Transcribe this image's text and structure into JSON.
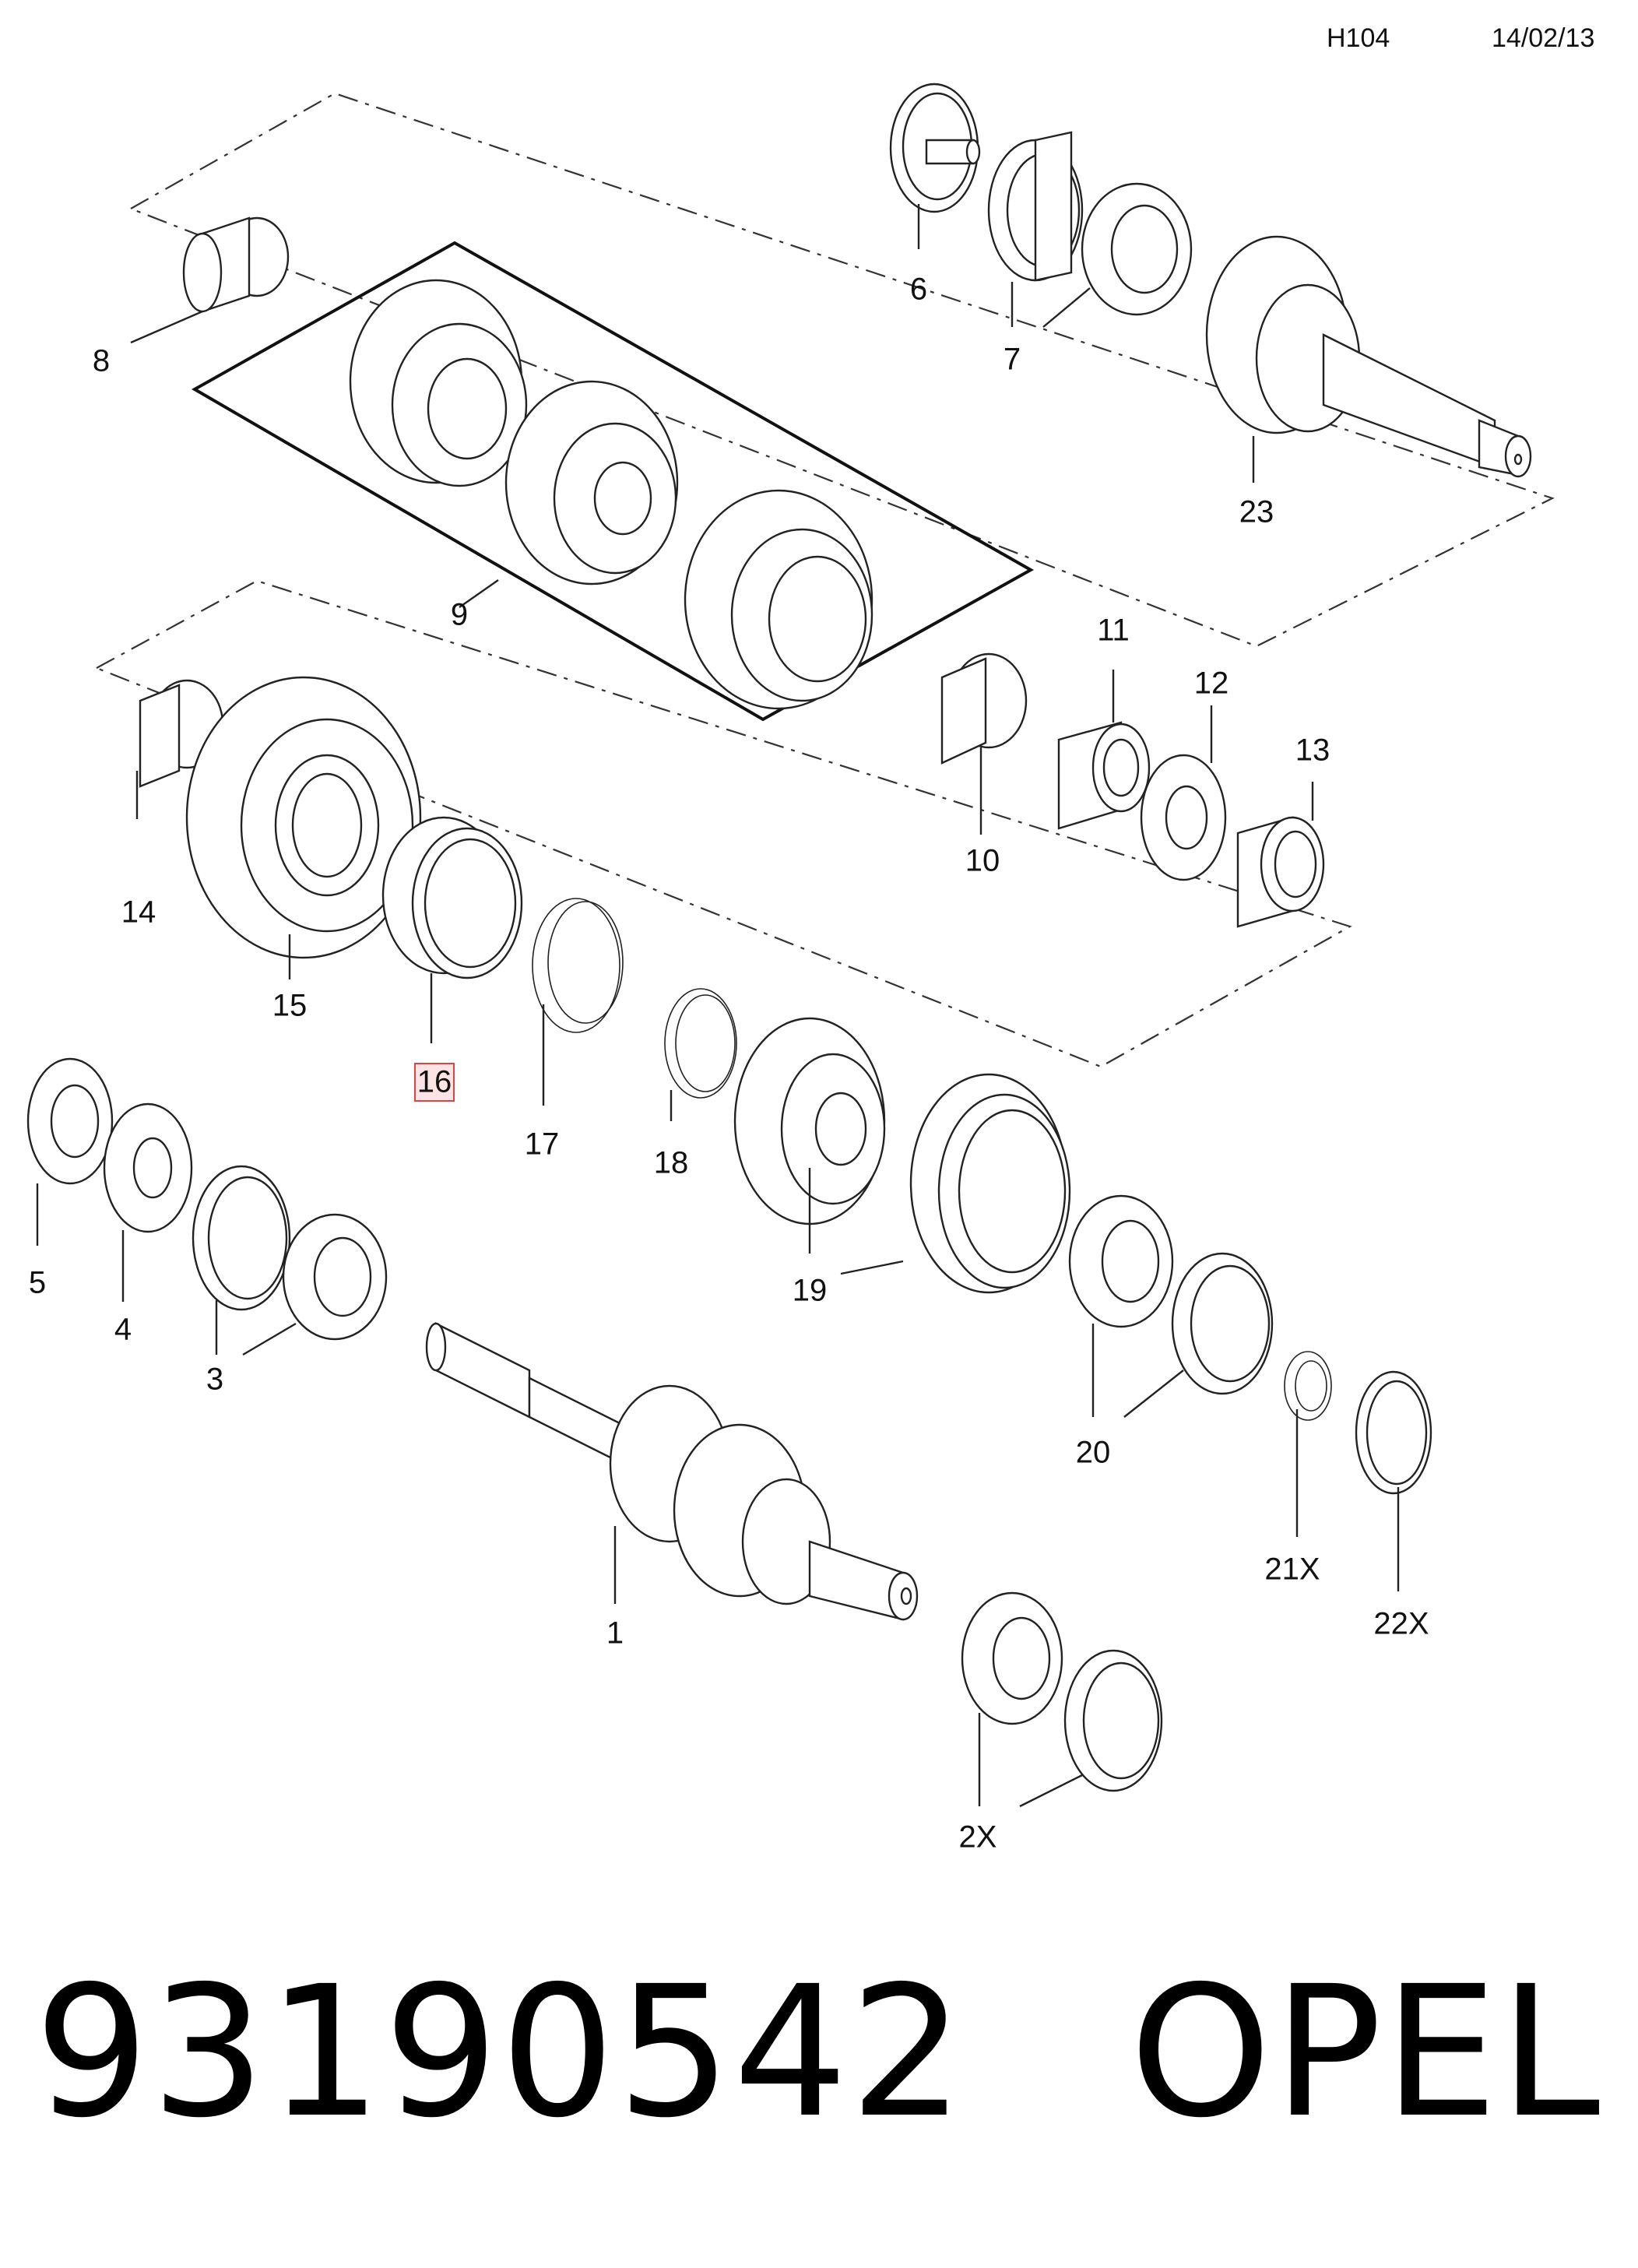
{
  "header": {
    "code": "H104",
    "date": "14/02/13"
  },
  "footer": {
    "part_number": "93190542",
    "brand": "OPEL"
  },
  "callouts": [
    "1",
    "2X",
    "3",
    "4",
    "5",
    "6",
    "7",
    "8",
    "9",
    "10",
    "11",
    "12",
    "13",
    "14",
    "15",
    "16",
    "17",
    "18",
    "19",
    "20",
    "21X",
    "22X",
    "23"
  ],
  "highlighted": "16"
}
